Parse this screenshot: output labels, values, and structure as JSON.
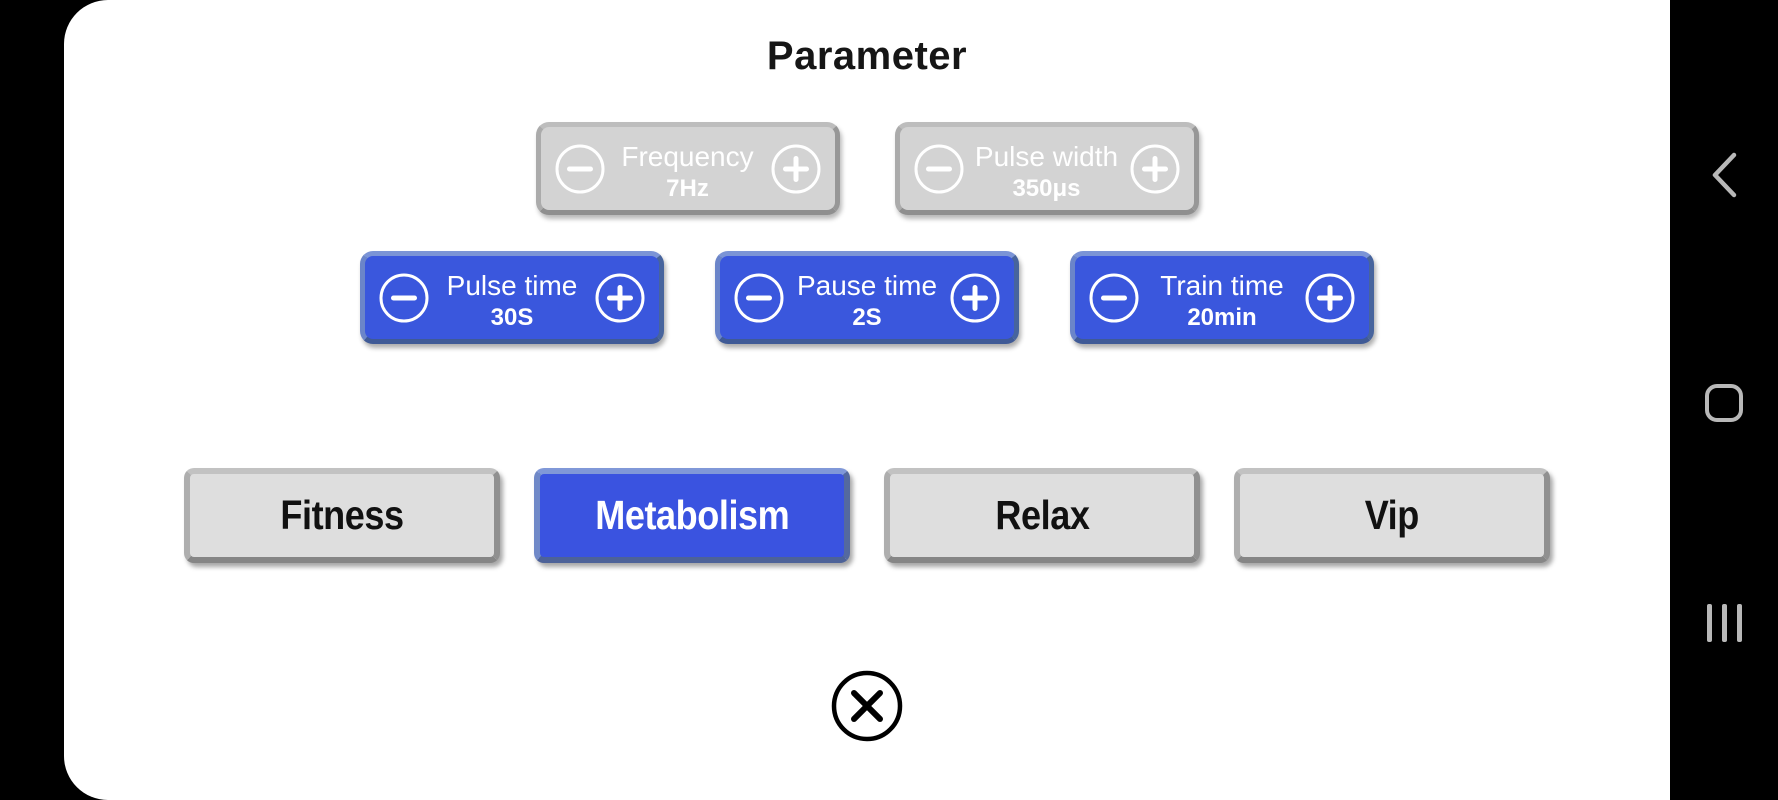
{
  "title": "Parameter",
  "parameters": {
    "disabled": [
      {
        "label": "Frequency",
        "value": "7Hz"
      },
      {
        "label": "Pulse width",
        "value": "350μs"
      }
    ],
    "enabled": [
      {
        "label": "Pulse time",
        "value": "30S"
      },
      {
        "label": "Pause time",
        "value": "2S"
      },
      {
        "label": "Train time",
        "value": "20min"
      }
    ]
  },
  "modes": [
    {
      "label": "Fitness",
      "selected": false
    },
    {
      "label": "Metabolism",
      "selected": true
    },
    {
      "label": "Relax",
      "selected": false
    },
    {
      "label": "Vip",
      "selected": false
    }
  ],
  "icons": {
    "minus": "minus-icon",
    "plus": "plus-icon",
    "close": "close-icon",
    "nav_back": "back-icon",
    "nav_home": "home-icon",
    "nav_recents": "recents-icon"
  },
  "colors": {
    "accent_blue": "#3a57dd",
    "selected_mode_blue": "#3a53e0",
    "disabled_gray": "#d3d3d3",
    "mode_gray": "#dedede",
    "nav_icon_gray": "#b8b8b8",
    "panel_white": "#ffffff",
    "background_black": "#000000"
  }
}
